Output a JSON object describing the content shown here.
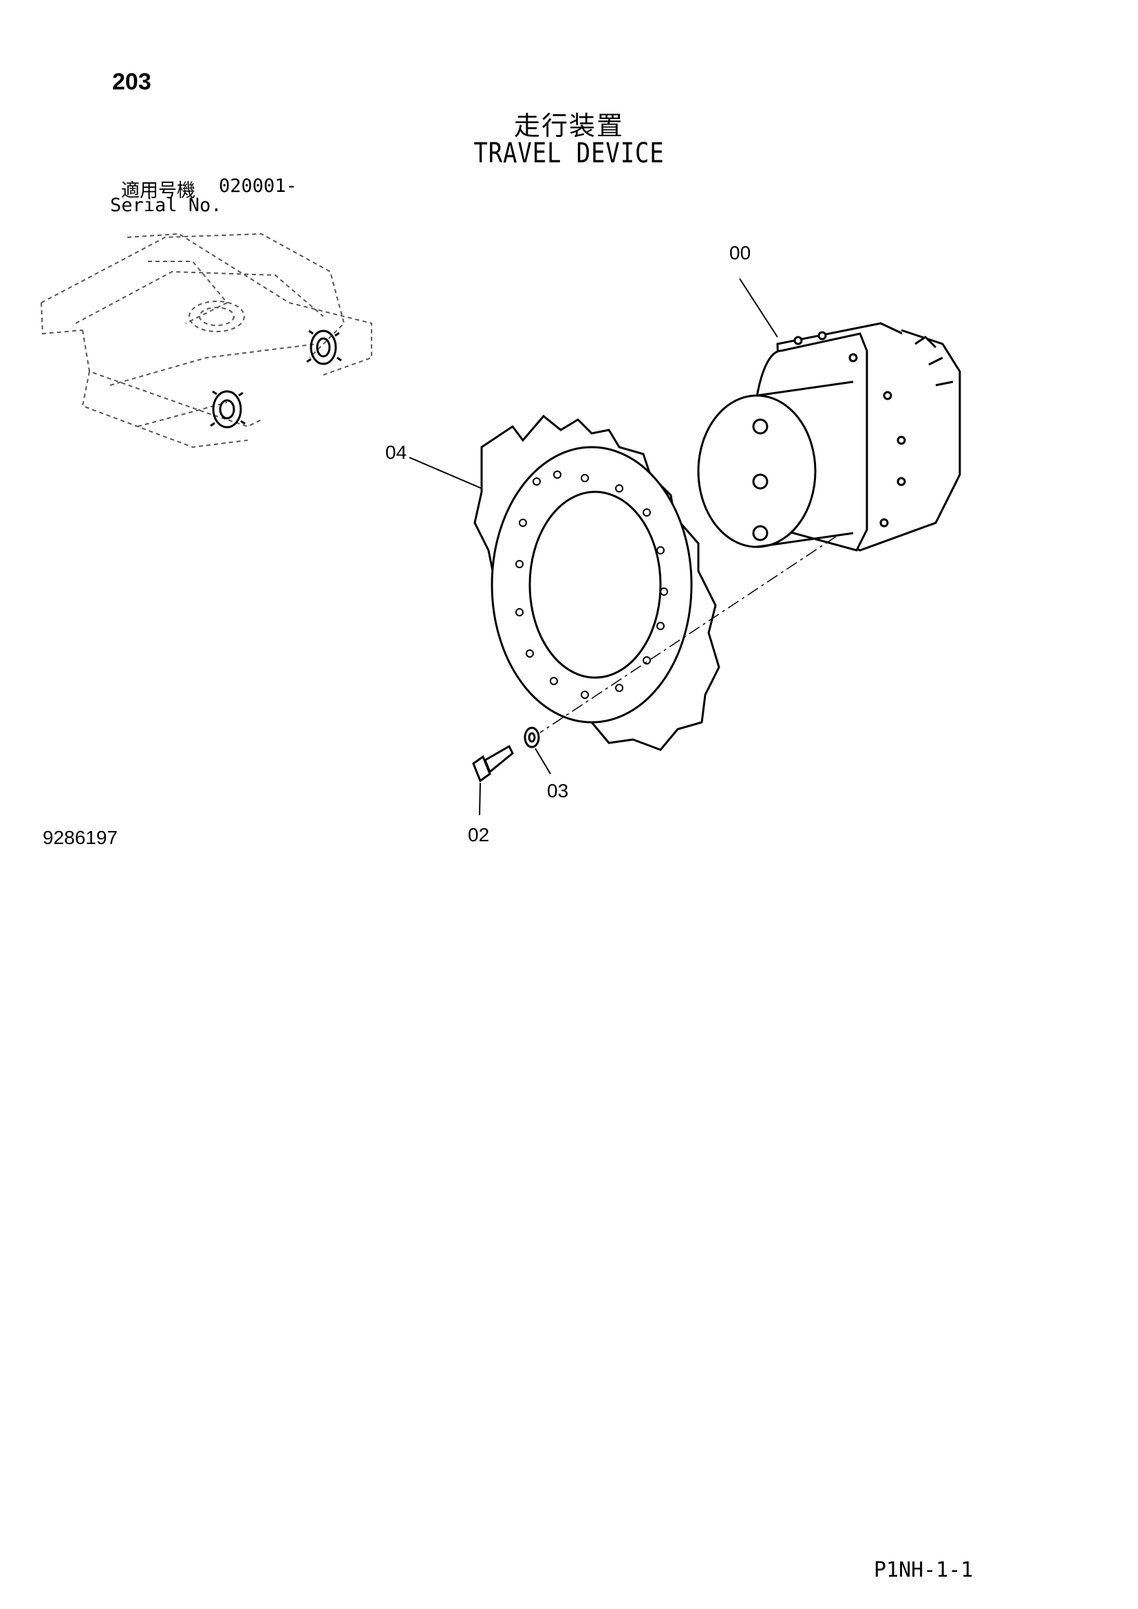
{
  "header": {
    "page_number": "203",
    "title_jp": "走行装置",
    "title_en": "TRAVEL DEVICE"
  },
  "serial": {
    "label_jp": "適用号機",
    "label_en": "Serial No.",
    "value": "020001-"
  },
  "callouts": {
    "assembly": "00",
    "bolt": "02",
    "washer": "03",
    "sprocket": "04"
  },
  "footer": {
    "drawing_number": "9286197",
    "page_code": "P1NH-1-1"
  }
}
